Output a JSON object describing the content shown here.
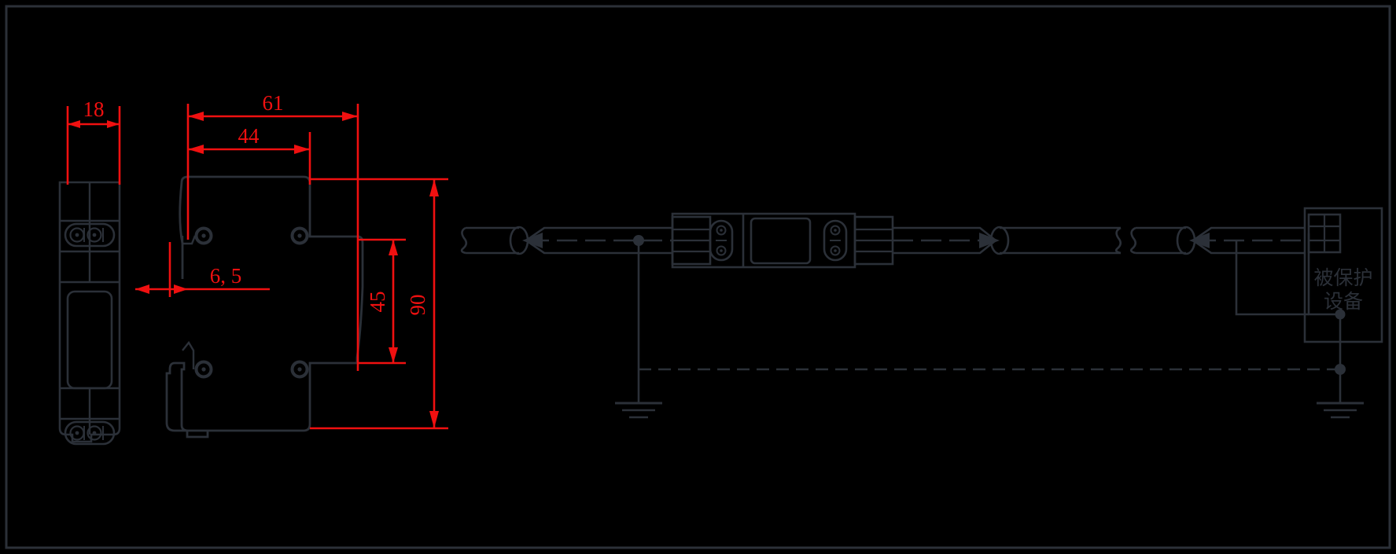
{
  "drawing": {
    "title": "DIN rail surge protector dimensions and installation schematic",
    "background_color": "#000000",
    "line_color": "#2b3038",
    "dimension_color": "#f01010"
  },
  "views": {
    "front_view": {
      "name": "front-view",
      "top_dimension_label": "18"
    },
    "side_view": {
      "name": "side-view",
      "dimensions": {
        "overall_width": "61",
        "body_width": "44",
        "rail_offset": "6, 5",
        "upper_height": "45",
        "overall_height": "90"
      }
    }
  },
  "dimension_labels": [
    {
      "id": "dim-18",
      "text": "18"
    },
    {
      "id": "dim-61",
      "text": "61"
    },
    {
      "id": "dim-44",
      "text": "44"
    },
    {
      "id": "dim-65",
      "text": "6, 5"
    },
    {
      "id": "dim-45",
      "text": "45"
    },
    {
      "id": "dim-90",
      "text": "90"
    }
  ],
  "schematic": {
    "name": "installation-schematic",
    "protected_equipment_label_line1": "被保护设备",
    "protected_equipment_label_line2": "",
    "protected_equipment_text": "被保护设备",
    "equipment_label_l1": "被保护",
    "equipment_label_l2": "设备",
    "elements": [
      {
        "id": "source-cable",
        "label": ""
      },
      {
        "id": "signal-arrow-in",
        "label": ""
      },
      {
        "id": "spd-module",
        "label": ""
      },
      {
        "id": "signal-arrow-out",
        "label": ""
      },
      {
        "id": "load-cable",
        "label": ""
      },
      {
        "id": "equipment-terminal",
        "label": ""
      },
      {
        "id": "ground-symbol-left",
        "label": ""
      },
      {
        "id": "ground-symbol-right",
        "label": ""
      }
    ]
  }
}
